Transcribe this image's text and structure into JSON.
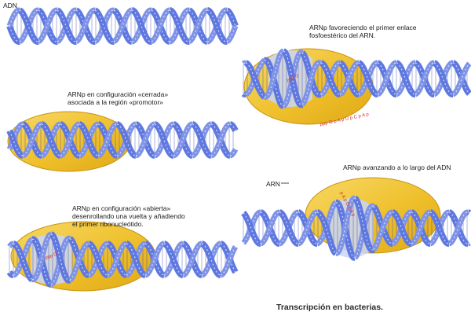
{
  "labels": {
    "adn": "ADN",
    "closed_config": [
      "ARNp en configuración «cerrada»",
      "asociada a la región «promotor»"
    ],
    "open_config": [
      "ARNp en configuración «abierta»",
      "desenrollando una vuelta y añadiendo",
      "el primer ribonucleótido."
    ],
    "first_bond": [
      "ARNp favoreciendo el primer enlace",
      "fosfoestérico del ARN."
    ],
    "advancing": "ARNp avanzando a lo largo del ADN",
    "arn": "ARN",
    "caption": "Transcripción en bacterias."
  },
  "rna_strings": {
    "panel3": "ppp G",
    "panel4": "ppp G",
    "panel5_head": "ppp G",
    "panel5_chain": "p A p G p A p",
    "panel6": "ppp G p A p U p C p A p"
  },
  "colors": {
    "dna_blue": "#5f78e0",
    "dna_light": "#c9d6f7",
    "dna_dark": "#2d3fb0",
    "polymerase": "#f1c12f",
    "polymerase_edge": "#c99512",
    "rna_red": "#d0322b"
  }
}
